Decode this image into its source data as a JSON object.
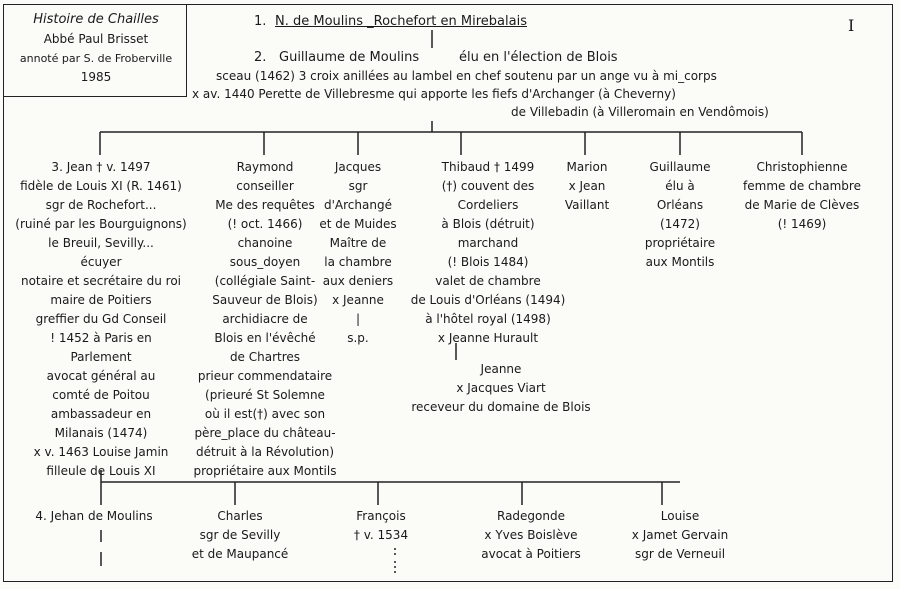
{
  "source_box": {
    "title": "Histoire de Chailles",
    "author": "Abbé Paul Brisset",
    "annotation": "annoté par S. de Froberville",
    "year": "1985"
  },
  "page_number": "I",
  "gen1": {
    "label": "1.",
    "name": "N. de Moulins _Rochefort en Mirebalais"
  },
  "gen2": {
    "label": "2.",
    "name": "Guillaume de Moulins",
    "note": "élu en l'élection de Blois",
    "seal": "sceau (1462) 3 croix anillées au lambel en chef soutenu par un ange vu à mi_corps",
    "marriage1": "x av. 1440 Perette de Villebresme qui apporte les fiefs d'Archanger (à Cheverny)",
    "marriage2": "de Villebadin (à Villeromain en Vendômois)"
  },
  "gen3": [
    {
      "id": "jean",
      "lines": [
        "3. Jean  † v. 1497",
        "fidèle de Louis XI (R. 1461)",
        "sgr de Rochefort...",
        "(ruiné par les Bourguignons)",
        "le Breuil, Sevilly...",
        "écuyer",
        "notaire et secrétaire du roi",
        "maire de Poitiers",
        "greffier du Gd Conseil",
        "! 1452 à Paris en",
        "Parlement",
        "avocat général au",
        "comté de Poitou",
        "ambassadeur en",
        "Milanais (1474)",
        "x v. 1463 Louise Jamin",
        "filleule de Louis XI"
      ]
    },
    {
      "id": "raymond",
      "lines": [
        "Raymond",
        "conseiller",
        "Me des requêtes",
        "(! oct. 1466)",
        "chanoine",
        "sous_doyen",
        "(collégiale Saint-",
        "Sauveur de Blois)",
        "archidiacre de",
        "Blois en l'évêché",
        "de Chartres",
        "prieur commendataire",
        "(prieuré St Solemne",
        "où il est(†) avec son",
        "père_place du château-",
        "détruit à la Révolution)",
        "propriétaire aux Montils"
      ]
    },
    {
      "id": "jacques",
      "lines": [
        "Jacques",
        "sgr",
        "d'Archangé",
        "et de Muides",
        "Maître de",
        "la chambre",
        "aux deniers",
        "x Jeanne",
        "|",
        "s.p."
      ]
    },
    {
      "id": "thibaud",
      "lines": [
        "Thibaud † 1499",
        "(†) couvent des",
        "Cordeliers",
        "à Blois (détruit)",
        "marchand",
        "(! Blois 1484)",
        "valet de chambre",
        "de Louis d'Orléans (1494)",
        "à l'hôtel royal (1498)",
        "x Jeanne Hurault"
      ]
    },
    {
      "id": "marion",
      "lines": [
        "Marion",
        "x Jean",
        "Vaillant"
      ]
    },
    {
      "id": "guillaume",
      "lines": [
        "Guillaume",
        "élu à",
        "Orléans",
        "(1472)",
        "propriétaire",
        "aux Montils"
      ]
    },
    {
      "id": "christophienne",
      "lines": [
        "Christophienne",
        "femme de chambre",
        "de Marie de Clèves",
        "(! 1469)"
      ]
    }
  ],
  "thibaud_child": {
    "lines": [
      "Jeanne",
      "x Jacques Viart",
      "receveur du domaine de Blois"
    ]
  },
  "gen4": [
    {
      "id": "jehan",
      "lines": [
        "4. Jehan de Moulins"
      ]
    },
    {
      "id": "charles",
      "lines": [
        "Charles",
        "sgr de Sevilly",
        "et de Maupancé"
      ]
    },
    {
      "id": "francois",
      "lines": [
        "François",
        "† v. 1534"
      ]
    },
    {
      "id": "radegonde",
      "lines": [
        "Radegonde",
        "x Yves Boislève",
        "avocat à Poitiers"
      ]
    },
    {
      "id": "louise",
      "lines": [
        "Louise",
        "x Jamet Gervain",
        "sgr de Verneuil"
      ]
    }
  ]
}
